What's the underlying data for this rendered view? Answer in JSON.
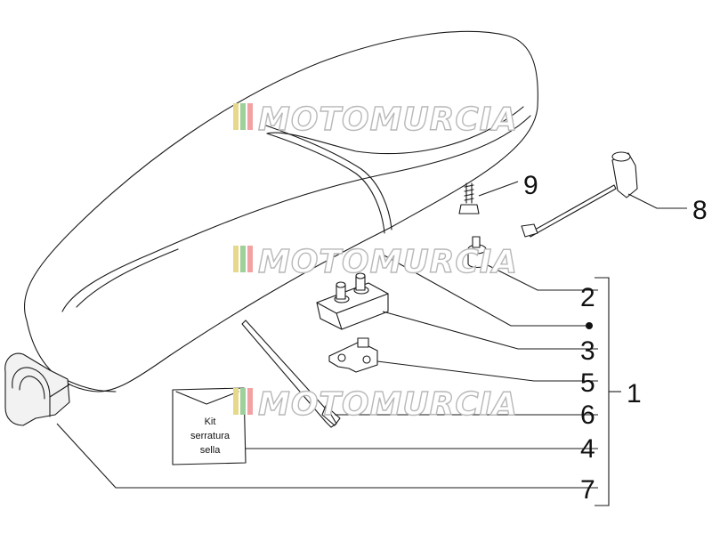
{
  "diagram": {
    "watermark_text": "MOTOMURCIA",
    "kit_label": {
      "line1": "Kit",
      "line2": "serratura",
      "line3": "sella"
    },
    "callouts": {
      "c1": "1",
      "c2": "2",
      "c3": "3",
      "c4": "4",
      "c5": "5",
      "c6": "6",
      "c7": "7",
      "c8": "8",
      "c9": "9"
    },
    "colors": {
      "line": "#1a1a1a",
      "watermark_outline": "#b8b8b8",
      "watermark_stripes": [
        "#e6d98a",
        "#9fcf9a",
        "#f2a2a2"
      ]
    }
  }
}
